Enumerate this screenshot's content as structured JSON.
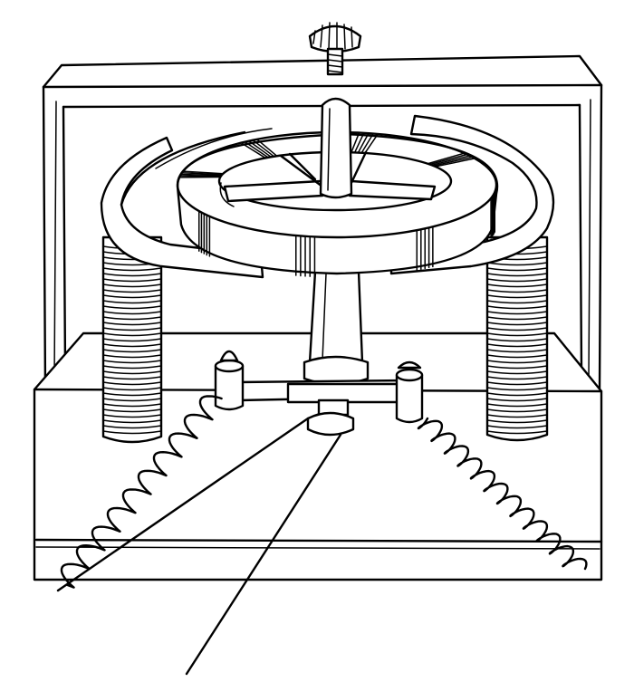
{
  "image": {
    "kind": "line-drawing",
    "palette": {
      "ink": "#000000",
      "paper": "#ffffff"
    },
    "components": {
      "stator_coil_count": 2,
      "rotor_winding_count": 8,
      "binding_post_count": 2,
      "lead_wire_count": 2,
      "coiled_lead_count": 2
    }
  }
}
